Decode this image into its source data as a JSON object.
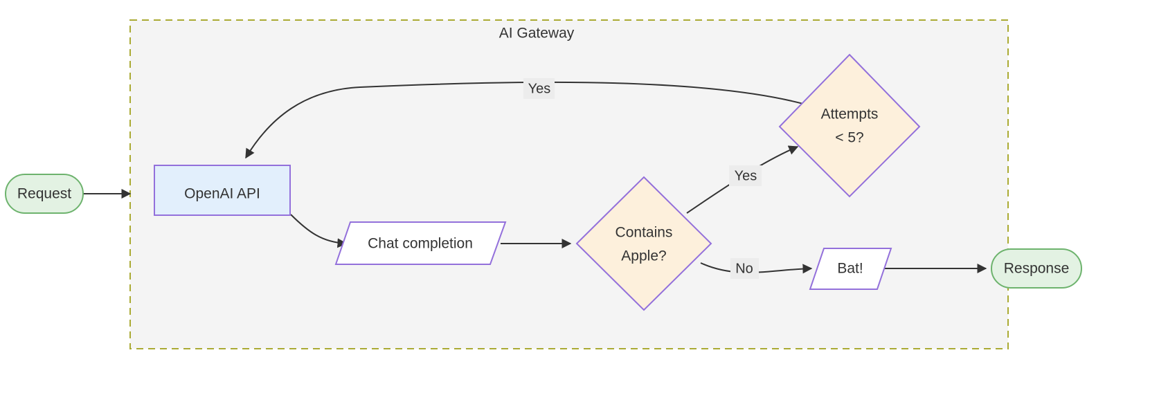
{
  "diagram": {
    "type": "flowchart",
    "direction": "left-to-right",
    "background": "#ffffff"
  },
  "cluster": {
    "id": "ai-gateway",
    "title": "AI Gateway",
    "fill": "#f4f4f4",
    "border_color": "#aaaa33",
    "border_style": "dashed"
  },
  "nodes": [
    {
      "id": "request",
      "label": "Request",
      "shape": "stadium",
      "fill": "#e3f2e3",
      "stroke": "#6db36d",
      "inside_cluster": false
    },
    {
      "id": "openai-api",
      "label": "OpenAI API",
      "shape": "rect",
      "fill": "#e2effc",
      "stroke": "#9370db",
      "inside_cluster": true
    },
    {
      "id": "chat-completion",
      "label": "Chat completion",
      "shape": "parallelogram",
      "fill": "#ffffff",
      "stroke": "#9370db",
      "inside_cluster": true
    },
    {
      "id": "contains-apple",
      "label_line1": "Contains",
      "label_line2": "Apple?",
      "shape": "diamond",
      "fill": "#fdf0dc",
      "stroke": "#9370db",
      "inside_cluster": true
    },
    {
      "id": "attempts",
      "label_line1": "Attempts",
      "label_line2": "< 5?",
      "shape": "diamond",
      "fill": "#fdf0dc",
      "stroke": "#9370db",
      "inside_cluster": true
    },
    {
      "id": "bat",
      "label": "Bat!",
      "shape": "parallelogram",
      "fill": "#ffffff",
      "stroke": "#9370db",
      "inside_cluster": true
    },
    {
      "id": "response",
      "label": "Response",
      "shape": "stadium",
      "fill": "#e3f2e3",
      "stroke": "#6db36d",
      "inside_cluster": false
    }
  ],
  "edges": [
    {
      "id": "request-to-openai",
      "from": "request",
      "to": "openai-api",
      "label": ""
    },
    {
      "id": "openai-to-chat",
      "from": "openai-api",
      "to": "chat-completion",
      "label": ""
    },
    {
      "id": "chat-to-contains",
      "from": "chat-completion",
      "to": "contains-apple",
      "label": ""
    },
    {
      "id": "contains-to-attempts",
      "from": "contains-apple",
      "to": "attempts",
      "label": "Yes"
    },
    {
      "id": "contains-to-bat",
      "from": "contains-apple",
      "to": "bat",
      "label": "No"
    },
    {
      "id": "attempts-to-openai",
      "from": "attempts",
      "to": "openai-api",
      "label": "Yes"
    },
    {
      "id": "bat-to-response",
      "from": "bat",
      "to": "response",
      "label": ""
    }
  ],
  "edge_label_style": {
    "background": "#ececec",
    "text_color": "#333333"
  }
}
